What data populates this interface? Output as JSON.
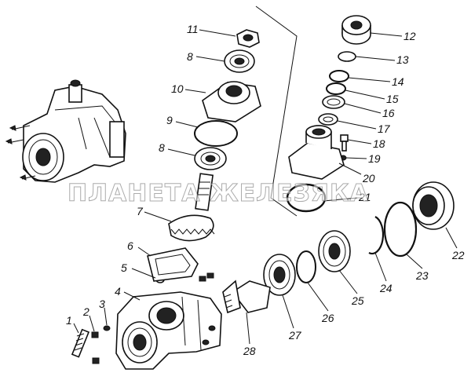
{
  "watermark": "ПЛАНЕТА ЖЕЛЕЗЯКА",
  "callouts": [
    "1",
    "2",
    "3",
    "4",
    "5",
    "6",
    "7",
    "8",
    "8",
    "9",
    "10",
    "11",
    "12",
    "13",
    "14",
    "15",
    "16",
    "17",
    "18",
    "19",
    "20",
    "21",
    "22",
    "23",
    "24",
    "25",
    "26",
    "27",
    "28"
  ]
}
